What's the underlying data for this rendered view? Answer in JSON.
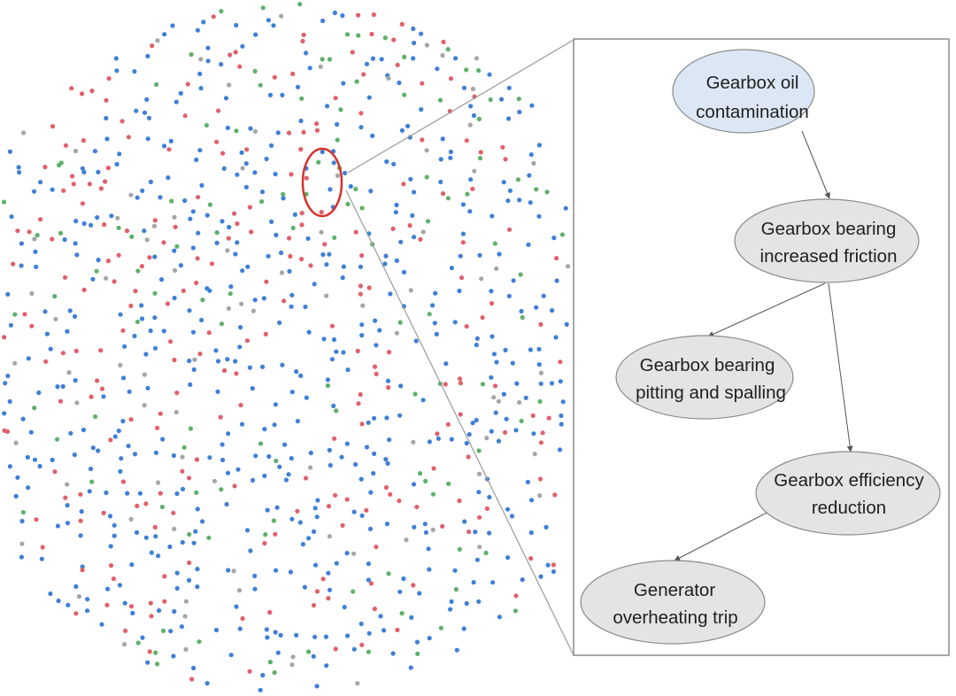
{
  "colors": {
    "dot_blue": "#3f7fd6",
    "dot_red": "#e0606a",
    "dot_green": "#5fb06a",
    "dot_gray": "#a6a6a6",
    "highlight_ring": "#d8312c",
    "node_root_fill": "#dce7f5",
    "node_fill": "#e4e4e4",
    "node_stroke": "#8a8a8a",
    "arrow": "#555555",
    "panel_stroke": "#8c8c8c"
  },
  "network": {
    "shape": "circle",
    "dot_categories": [
      "blue",
      "red",
      "green",
      "gray"
    ]
  },
  "diagram": {
    "nodes": [
      {
        "id": "oil",
        "line1": "Gearbox oil",
        "line2": "contamination",
        "root": true
      },
      {
        "id": "friction",
        "line1": "Gearbox bearing",
        "line2": "increased friction",
        "root": false
      },
      {
        "id": "pitting",
        "line1": "Gearbox bearing",
        "line2": "pitting and spalling",
        "root": false
      },
      {
        "id": "efficiency",
        "line1": "Gearbox efficiency",
        "line2": "reduction",
        "root": false
      },
      {
        "id": "generator",
        "line1": "Generator",
        "line2": "overheating trip",
        "root": false
      }
    ],
    "edges": [
      {
        "from": "oil",
        "to": "friction"
      },
      {
        "from": "friction",
        "to": "pitting"
      },
      {
        "from": "friction",
        "to": "efficiency"
      },
      {
        "from": "efficiency",
        "to": "generator"
      }
    ]
  }
}
